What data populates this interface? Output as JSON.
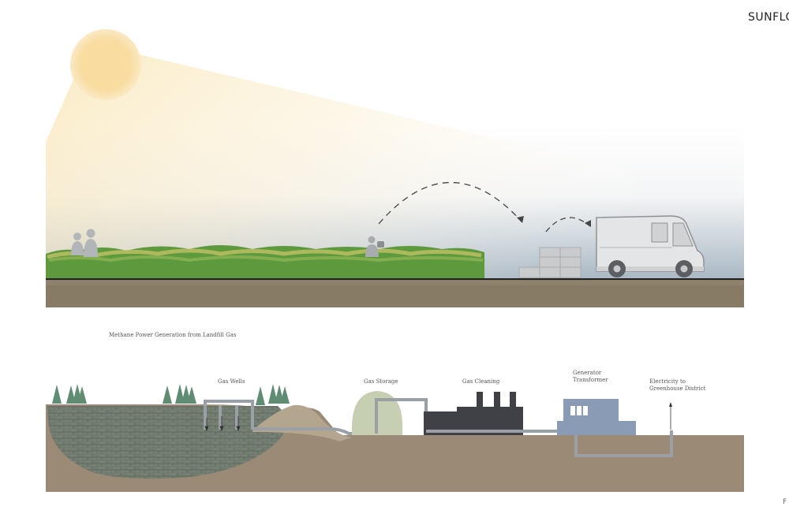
{
  "brand": {
    "visible_text": "SUNFLOW"
  },
  "page_marker": "F",
  "lower_panel": {
    "title": "Methane Power Generation from Landfill Gas",
    "labels": {
      "gas_wells": "Gas Wells",
      "gas_storage": "Gas Storage",
      "gas_cleaning": "Gas Cleaning",
      "generator_line1": "Generator",
      "generator_line2": "Transformer",
      "electricity_line1": "Electricity to",
      "electricity_line2": "Greenhouse District"
    }
  },
  "colors": {
    "sun": "#f8dfa5",
    "sky_bottom": "#a9b8c4",
    "field": "#5d9a3e",
    "soil": "#877b66",
    "ground_section": "#9a8a76",
    "landfill": "#6f7a6e",
    "storage_tank": "#c6cfb1",
    "cleaning_plant": "#3f4147",
    "generator": "#8a9cb5",
    "pipe": "#9aa0a6",
    "trees": "#5f8c72"
  }
}
